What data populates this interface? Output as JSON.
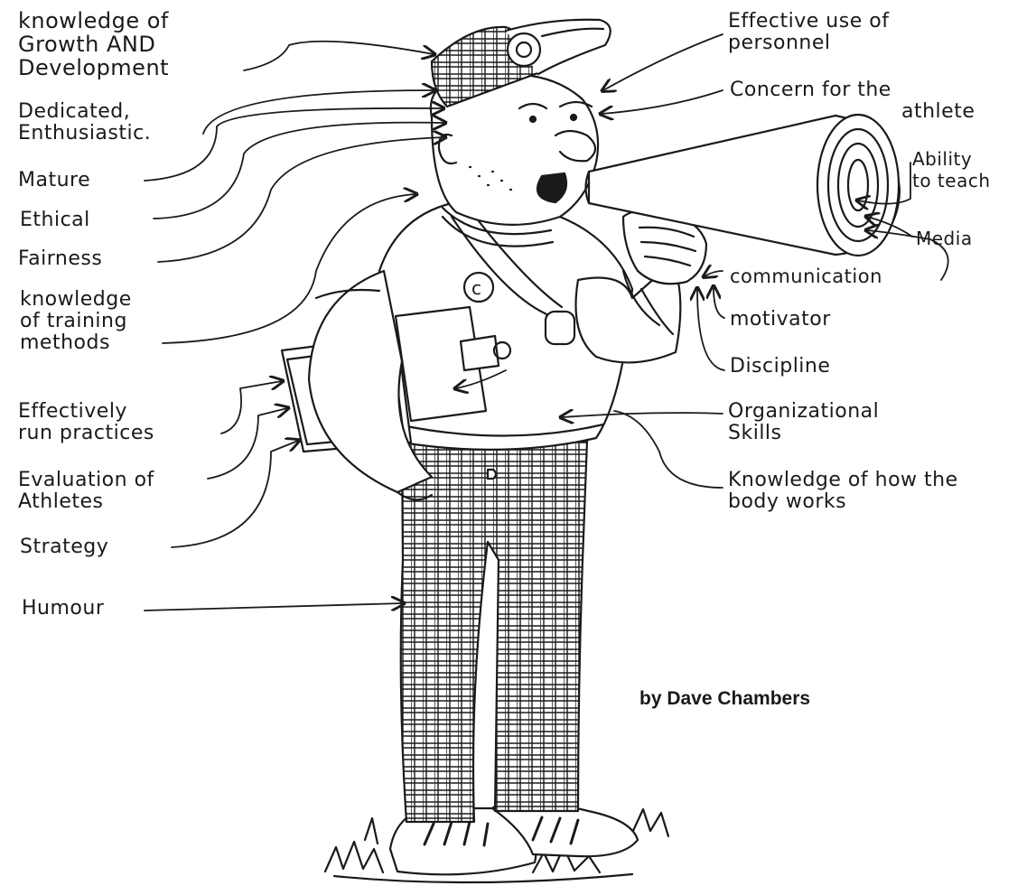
{
  "labels_left": {
    "knowledge_growth": [
      "knowledge of",
      "Growth AND",
      "Development"
    ],
    "dedicated": [
      "Dedicated,",
      "Enthusiastic."
    ],
    "mature": "Mature",
    "ethical": "Ethical",
    "fairness": "Fairness",
    "training": [
      "knowledge",
      "of training",
      "methods"
    ],
    "practices": [
      "Effectively",
      "run practices"
    ],
    "evaluation": [
      "Evaluation of",
      "Athletes"
    ],
    "strategy": "Strategy",
    "humour": "Humour"
  },
  "labels_right": {
    "personnel": [
      "Effective use of",
      "personnel"
    ],
    "concern": [
      "Concern for the",
      "athlete"
    ],
    "teach": [
      "Ability",
      "to teach"
    ],
    "media": "Media",
    "communication": "communication",
    "motivator": "motivator",
    "discipline": "Discipline",
    "organizational": [
      "Organizational",
      "Skills"
    ],
    "body": [
      "Knowledge of how the",
      "body works"
    ]
  },
  "credit": "by Dave Chambers",
  "colors": {
    "ink": "#1a1a1a",
    "paper": "#ffffff"
  }
}
